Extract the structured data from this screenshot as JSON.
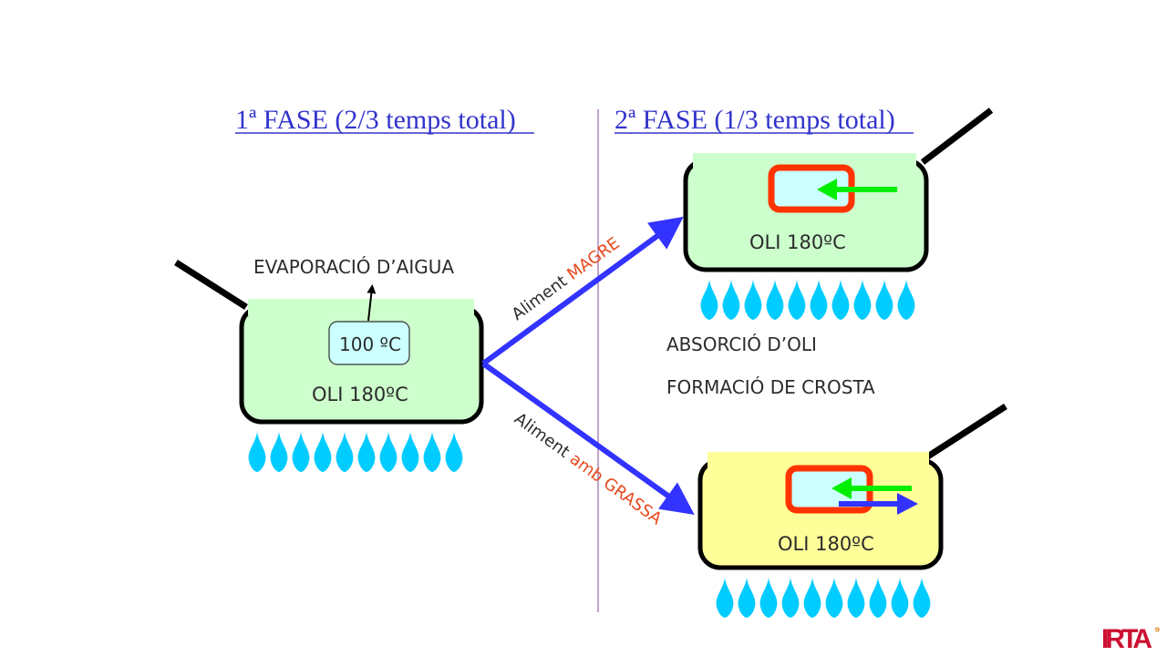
{
  "phase1": {
    "title": "1ª FASE (2/3 temps total)"
  },
  "phase2": {
    "title": "2ª FASE (1/3 temps total)"
  },
  "pan_left": {
    "oil_label": "OLI 180ºC",
    "food_label": "100 ºC",
    "evaporation_label": "EVAPORACIÓ D’AIGUA",
    "flame_count": 10
  },
  "pan_top_right": {
    "oil_label": "OLI 180ºC",
    "flame_count": 10
  },
  "pan_bottom_right": {
    "oil_label": "OLI 180ºC",
    "flame_count": 10
  },
  "arrows": {
    "lean": {
      "prefix": "Aliment ",
      "highlight": "MAGRE"
    },
    "fat": {
      "prefix": "Aliment ",
      "highlight": "amb GRASSA"
    }
  },
  "effects": {
    "line1": "ABSORCIÓ D’OLI",
    "line2": "FORMACIÓ DE CROSTA"
  },
  "logo": {
    "text": "IRTA",
    "mark": "⁹"
  },
  "colors": {
    "title": "#3333cc",
    "oil_green": "#ccffcc",
    "oil_yellow": "#ffff99",
    "food": "#ccffff",
    "crust": "#ff3300",
    "flame": "#00ccff",
    "arrow_blue": "#3333ff",
    "arrow_green": "#00ee00",
    "highlight_red": "#e8481e",
    "divider": "#9966aa",
    "logo": "#cc1133"
  }
}
